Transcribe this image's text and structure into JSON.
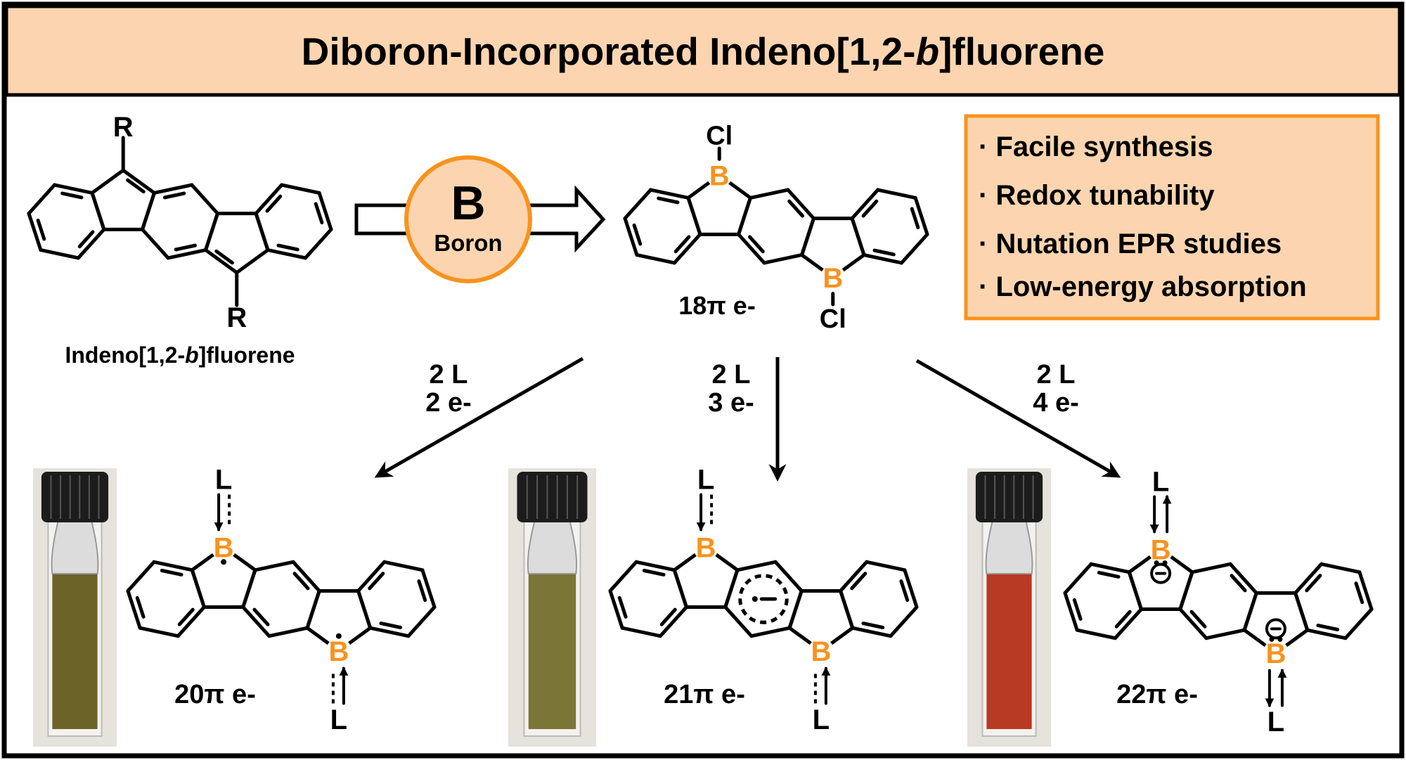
{
  "title": {
    "part1": "Diboron-Incorporated Indeno[1,2-",
    "italic": "b",
    "part2": "]fluorene"
  },
  "colors": {
    "accent": "#f7931e",
    "panel": "#fcd5b0",
    "boron": "#f7931e",
    "ink": "#000000",
    "vial1": "#6b6328",
    "vial2": "#7b7536",
    "vial3": "#b83a22"
  },
  "start_material": {
    "name_part1": "Indeno[1,2-",
    "name_italic": "b",
    "name_part2": "]fluorene",
    "substituent": "R"
  },
  "boron_badge": {
    "symbol": "B",
    "label": "Boron"
  },
  "dichloride": {
    "atom": "B",
    "substituent": "Cl",
    "electrons": "18π e-"
  },
  "features": [
    "· Facile synthesis",
    "· Redox tunability",
    "· Nutation EPR studies",
    "· Low-energy absorption"
  ],
  "conditions": [
    {
      "ligand": "2 L",
      "electrons": "2 e-"
    },
    {
      "ligand": "2 L",
      "electrons": "3 e-"
    },
    {
      "ligand": "2 L",
      "electrons": "4 e-"
    }
  ],
  "products": [
    {
      "atom": "B",
      "ligand": "L",
      "electrons": "20π e-"
    },
    {
      "atom": "B",
      "ligand": "L",
      "electrons": "21π e-"
    },
    {
      "atom": "B",
      "ligand": "L",
      "electrons": "22π e-"
    }
  ]
}
